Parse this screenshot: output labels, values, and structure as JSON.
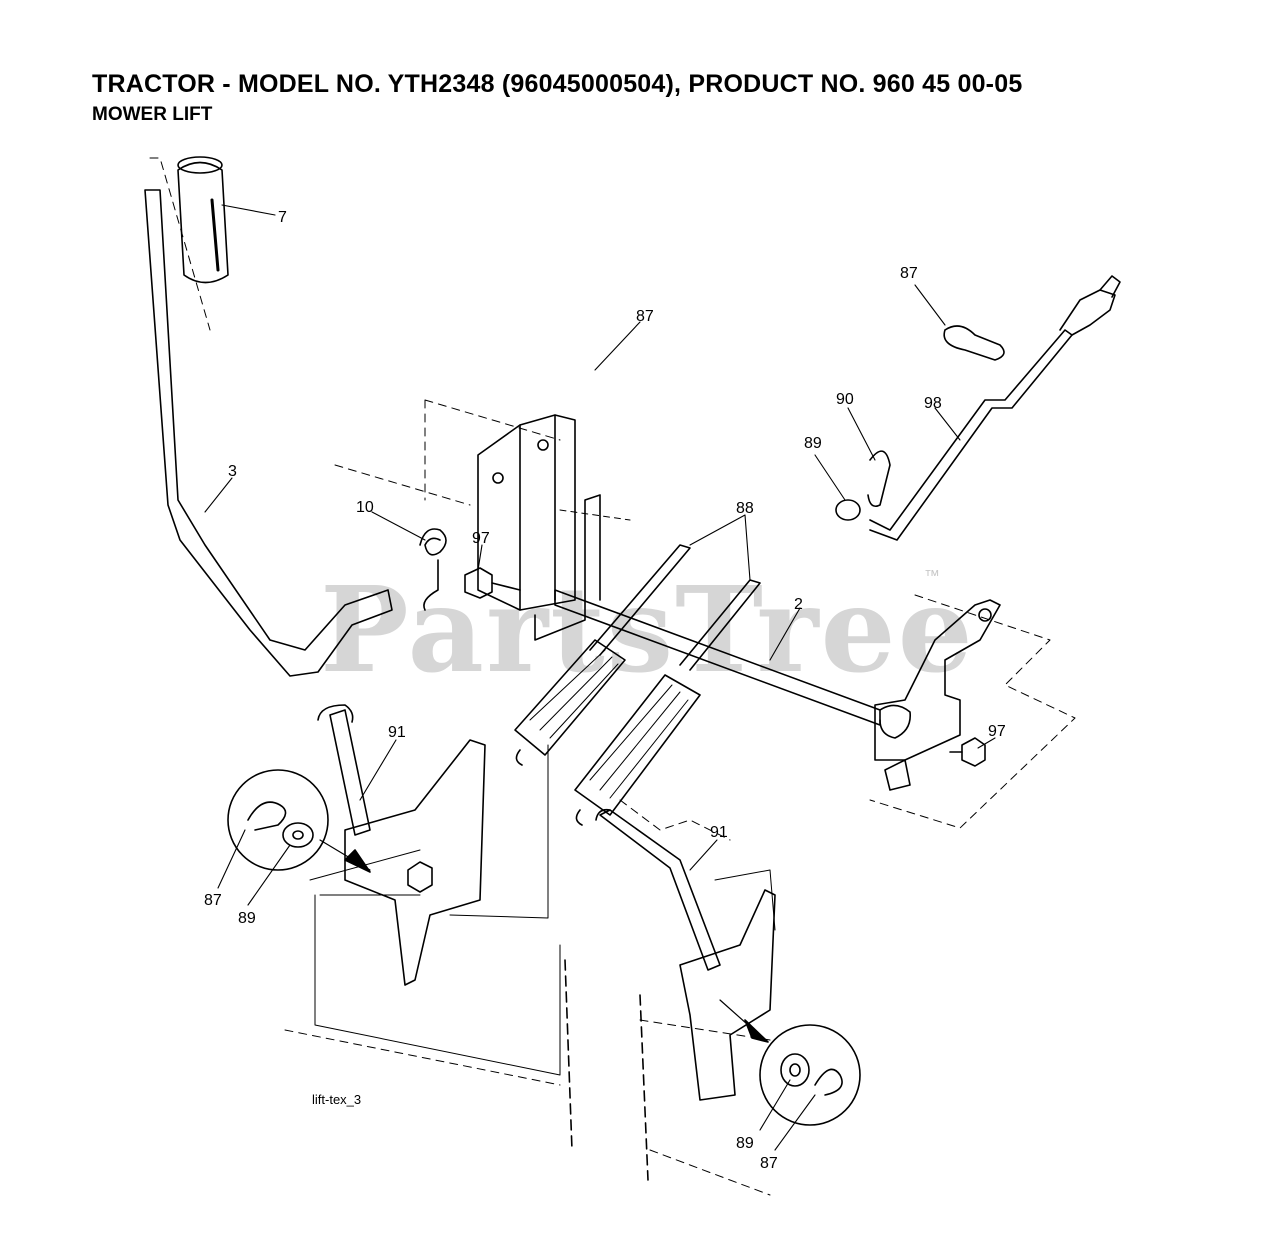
{
  "header": {
    "title": "TRACTOR - MODEL NO. YTH2348 (96045000504), PRODUCT NO. 960 45 00-05",
    "subtitle": "MOWER LIFT"
  },
  "watermark": {
    "text": "PartsTree",
    "mark": "™"
  },
  "figure_code": "lift-tex_3",
  "callouts": {
    "c7": "7",
    "c3": "3",
    "c87_top": "87",
    "c10": "10",
    "c97_left": "97",
    "c88": "88",
    "c2": "2",
    "c87_right": "87",
    "c90": "90",
    "c98": "98",
    "c89_right": "89",
    "c97_right": "97",
    "c91_left": "91",
    "c87_left": "87",
    "c89_left": "89",
    "c91_right": "91",
    "c89_bottom": "89",
    "c87_bottom": "87"
  },
  "colors": {
    "ink": "#000000",
    "watermark": "#d6d6d6",
    "background": "#ffffff"
  }
}
